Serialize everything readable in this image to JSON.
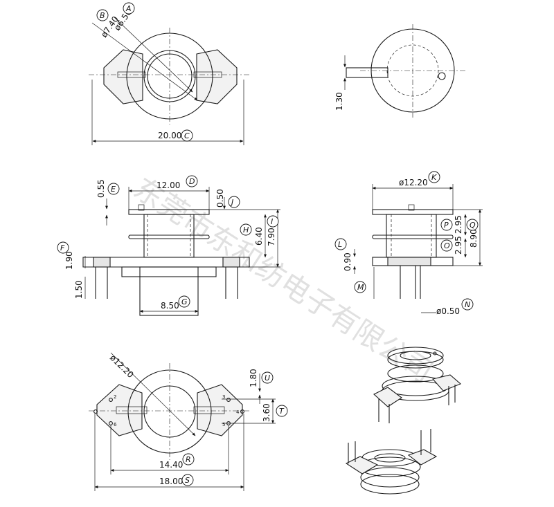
{
  "dims": {
    "d_a": "ø6.50",
    "d_b": "ø7.40",
    "d_c": "20.00",
    "d_pin_offset": "1.30",
    "d_d": "12.00",
    "d_e": "0.55",
    "d_f": "1.90",
    "d_g": "8.50",
    "d_h": "6.40",
    "d_i": "7.90",
    "d_j": "0.50",
    "d_pin_len": "1.50",
    "d_k": "ø12.20",
    "d_l": "0.90",
    "d_n": "ø0.50",
    "d_o": "2.95",
    "d_p": "2.95",
    "d_q": "8.90",
    "d_r": "14.40",
    "d_s": "18.00",
    "d_t": "3.60",
    "d_u": "1.80",
    "d_v": "ø12.20"
  },
  "letters": {
    "a": "A",
    "b": "B",
    "c": "C",
    "d": "D",
    "e": "E",
    "f": "F",
    "g": "G",
    "h": "H",
    "i": "I",
    "j": "J",
    "k": "K",
    "l": "L",
    "m": "M",
    "n": "N",
    "o": "O",
    "p": "P",
    "q": "Q",
    "r": "R",
    "s": "S",
    "t": "T",
    "u": "U"
  },
  "pin_numbers": [
    "2",
    "6",
    "3",
    "4",
    "5"
  ],
  "watermark": "东莞市东和纺电子有限公司"
}
